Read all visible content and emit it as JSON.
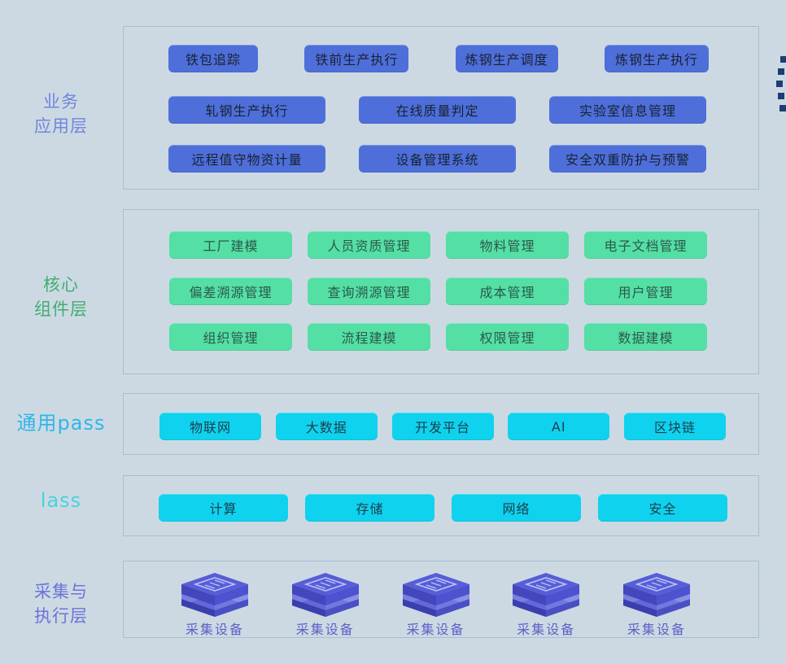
{
  "layers": {
    "business": {
      "label_line1": "业务",
      "label_line2": "应用层",
      "row1": [
        "铁包追踪",
        "铁前生产执行",
        "炼钢生产调度",
        "炼钢生产执行"
      ],
      "row2": [
        "轧钢生产执行",
        "在线质量判定",
        "实验室信息管理"
      ],
      "row3": [
        "远程值守物资计量",
        "设备管理系统",
        "安全双重防护与预警"
      ]
    },
    "core": {
      "label_line1": "核心",
      "label_line2": "组件层",
      "row1": [
        "工厂建模",
        "人员资质管理",
        "物料管理",
        "电子文档管理"
      ],
      "row2": [
        "偏差溯源管理",
        "查询溯源管理",
        "成本管理",
        "用户管理"
      ],
      "row3": [
        "组织管理",
        "流程建模",
        "权限管理",
        "数据建模"
      ]
    },
    "paas": {
      "label": "通用pass",
      "row": [
        "物联网",
        "大数据",
        "开发平台",
        "AI",
        "区块链"
      ]
    },
    "iaas": {
      "label": "lass",
      "row": [
        "计算",
        "存储",
        "网络",
        "安全"
      ]
    },
    "device": {
      "label_line1": "采集与",
      "label_line2": "执行层",
      "items": [
        "采集设备",
        "采集设备",
        "采集设备",
        "采集设备",
        "采集设备"
      ]
    }
  },
  "colors": {
    "background": "#cdd9e2",
    "panel_border": "#a2bfd3",
    "business_button": "#4e6fda",
    "core_button": "#54dfa5",
    "paas_button": "#0fd2ee",
    "business_label": "#6f86de",
    "core_label": "#3fae72",
    "paas_label": "#2fb6ea",
    "iaas_label": "#49d2dc",
    "device_label": "#6a74d8",
    "cube_top": "#575dd8",
    "edge_square": "#1d3d74"
  }
}
